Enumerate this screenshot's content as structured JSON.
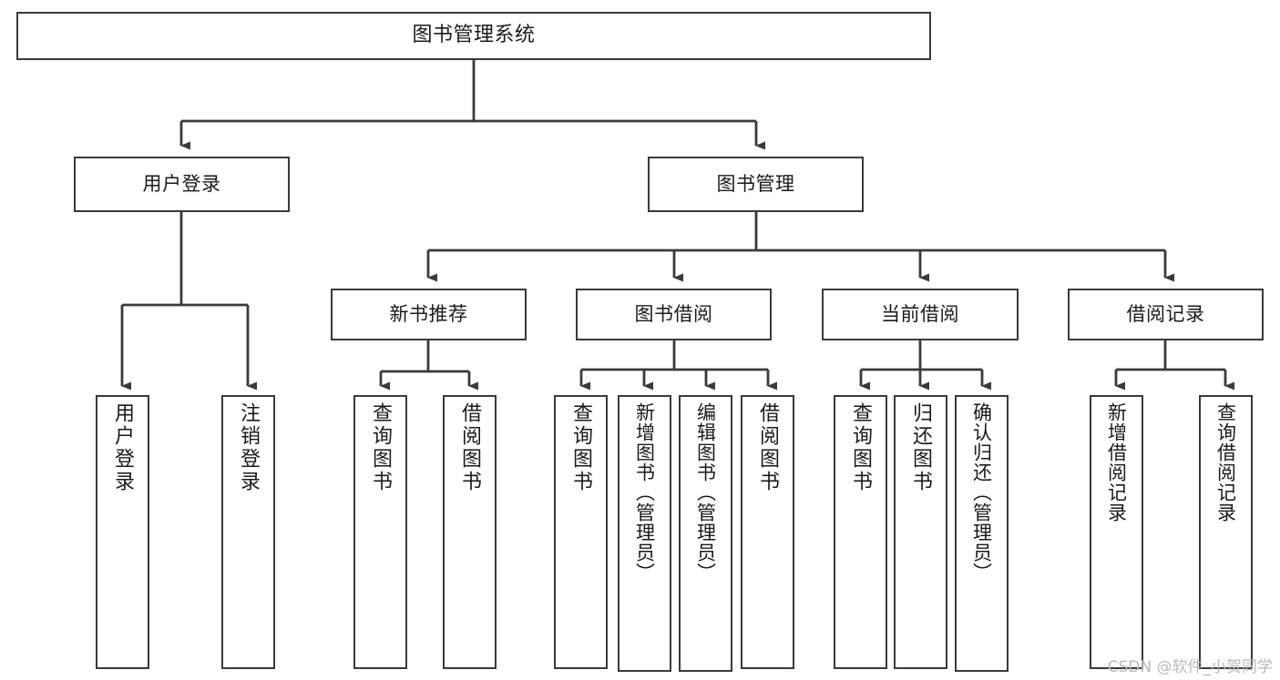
{
  "diagram": {
    "title": "图书管理系统",
    "type": "tree",
    "watermark": "CSDN @软件_小贺同学",
    "stroke_color": "#3a3a3a",
    "background_color": "#ffffff",
    "text_color": "#1a1a1a"
  },
  "nodes": {
    "root": {
      "label": "图书管理系统"
    },
    "level2": [
      {
        "label": "用户登录"
      },
      {
        "label": "图书管理"
      }
    ],
    "level3": [
      {
        "label": "新书推荐"
      },
      {
        "label": "图书借阅"
      },
      {
        "label": "当前借阅"
      },
      {
        "label": "借阅记录"
      }
    ],
    "leaves_user_login": [
      {
        "label": "用户登录"
      },
      {
        "label": "注销登录"
      }
    ],
    "leaves_new_book": [
      {
        "label": "查询图书"
      },
      {
        "label": "借阅图书"
      }
    ],
    "leaves_borrow": [
      {
        "label": "查询图书"
      },
      {
        "label": "新增图书（管理员）"
      },
      {
        "label": "编辑图书（管理员）"
      },
      {
        "label": "借阅图书"
      }
    ],
    "leaves_current": [
      {
        "label": "查询图书"
      },
      {
        "label": "归还图书"
      },
      {
        "label": "确认归还（管理员）"
      }
    ],
    "leaves_record": [
      {
        "label": "新增借阅记录"
      },
      {
        "label": "查询借阅记录"
      }
    ]
  }
}
